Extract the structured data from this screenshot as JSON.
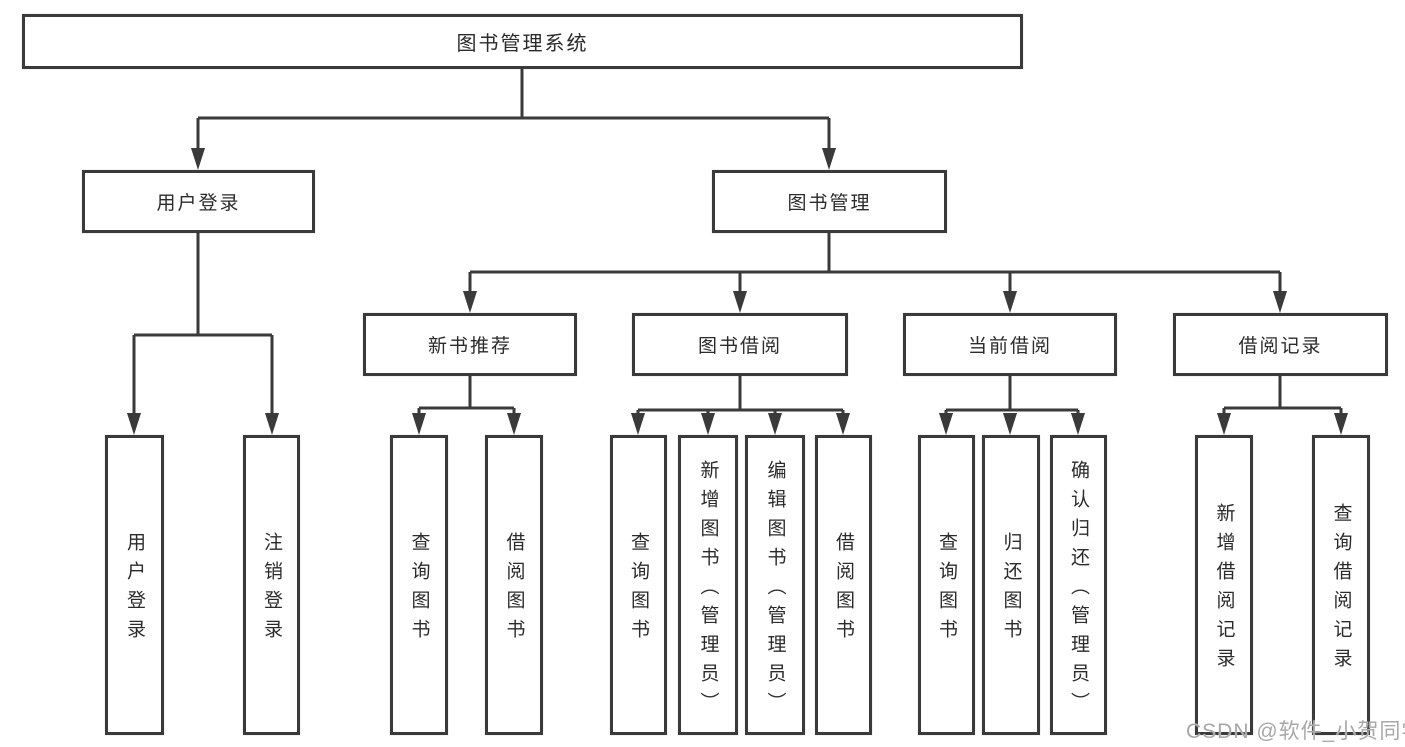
{
  "colors": {
    "line": "#3a3a3a",
    "text": "#2b2b2b",
    "watermark": "#a8a8a8"
  },
  "watermark": "CSDN @软件_小贺同学",
  "tree": {
    "root": "图书管理系统",
    "children": [
      {
        "label": "用户登录",
        "children": [
          {
            "label": "用户登录"
          },
          {
            "label": "注销登录"
          }
        ]
      },
      {
        "label": "图书管理",
        "children": [
          {
            "label": "新书推荐",
            "children": [
              {
                "label": "查询图书"
              },
              {
                "label": "借阅图书"
              }
            ]
          },
          {
            "label": "图书借阅",
            "children": [
              {
                "label": "查询图书"
              },
              {
                "label": "新增图书（管理员）"
              },
              {
                "label": "编辑图书（管理员）"
              },
              {
                "label": "借阅图书"
              }
            ]
          },
          {
            "label": "当前借阅",
            "children": [
              {
                "label": "查询图书"
              },
              {
                "label": "归还图书"
              },
              {
                "label": "确认归还（管理员）"
              }
            ]
          },
          {
            "label": "借阅记录",
            "children": [
              {
                "label": "新增借阅记录"
              },
              {
                "label": "查询借阅记录"
              }
            ]
          }
        ]
      }
    ]
  }
}
